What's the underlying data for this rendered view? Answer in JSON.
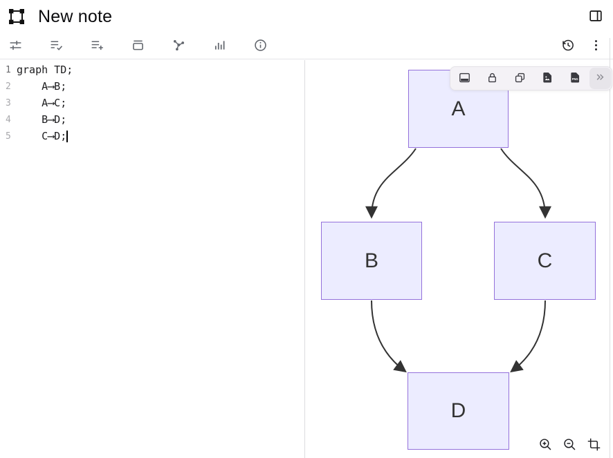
{
  "header": {
    "title": "New note",
    "logo_icon": "object-group",
    "panel_toggle_icon": "panel-right"
  },
  "toolbar": {
    "left_icons": [
      "tune",
      "list-check",
      "list-add",
      "archive",
      "flowchart",
      "bar-chart",
      "info"
    ],
    "right_icons": [
      "history",
      "more-vertical"
    ]
  },
  "editor": {
    "language": "mermaid",
    "lines": [
      {
        "number": "1",
        "text": "graph TD;"
      },
      {
        "number": "2",
        "text": "    A⟶B;"
      },
      {
        "number": "3",
        "text": "    A⟶C;"
      },
      {
        "number": "4",
        "text": "    B⟶D;"
      },
      {
        "number": "5",
        "text": "    C⟶D;"
      }
    ],
    "cursor_line": 5
  },
  "diagram": {
    "type": "flowchart",
    "direction": "TD",
    "nodes": [
      {
        "id": "A",
        "label": "A"
      },
      {
        "id": "B",
        "label": "B"
      },
      {
        "id": "C",
        "label": "C"
      },
      {
        "id": "D",
        "label": "D"
      }
    ],
    "edges": [
      [
        "A",
        "B"
      ],
      [
        "A",
        "C"
      ],
      [
        "B",
        "D"
      ],
      [
        "C",
        "D"
      ]
    ],
    "colors": {
      "node_fill": "#ECECFF",
      "node_border": "#9370DB",
      "edge": "#333333"
    }
  },
  "preview_toolbar": {
    "icons": [
      "panel-bottom",
      "lock",
      "copy",
      "image-file",
      "png-file",
      "chevrons-right"
    ],
    "png_label": "PNG"
  },
  "zoom_controls": {
    "icons": [
      "zoom-in",
      "zoom-out",
      "crop"
    ]
  }
}
